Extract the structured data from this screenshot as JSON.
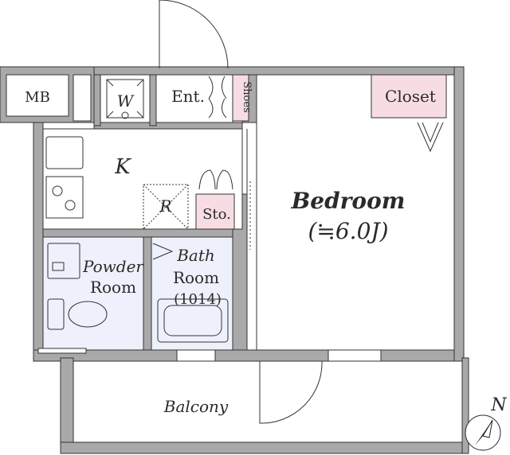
{
  "rooms": {
    "mb": "MB",
    "washer": "W",
    "entrance": "Ent.",
    "shoes": "Shoes",
    "closet": "Closet",
    "kitchen": "K",
    "refrigerator": "R",
    "storage": "Sto.",
    "bedroom_name": "Bedroom",
    "bedroom_size": "(≒6.0J)",
    "powder_line1": "Powder",
    "powder_line2": "Room",
    "bath_line1": "Bath",
    "bath_line2": "Room",
    "bath_size": "(1014)",
    "balcony": "Balcony"
  },
  "compass": {
    "north": "N"
  },
  "colors": {
    "wall": "#a9a9a9",
    "outline": "#333333",
    "pink_storage": "#f7dde3",
    "wet_area_blue": "#eef0fb",
    "floor": "#ffffff"
  }
}
